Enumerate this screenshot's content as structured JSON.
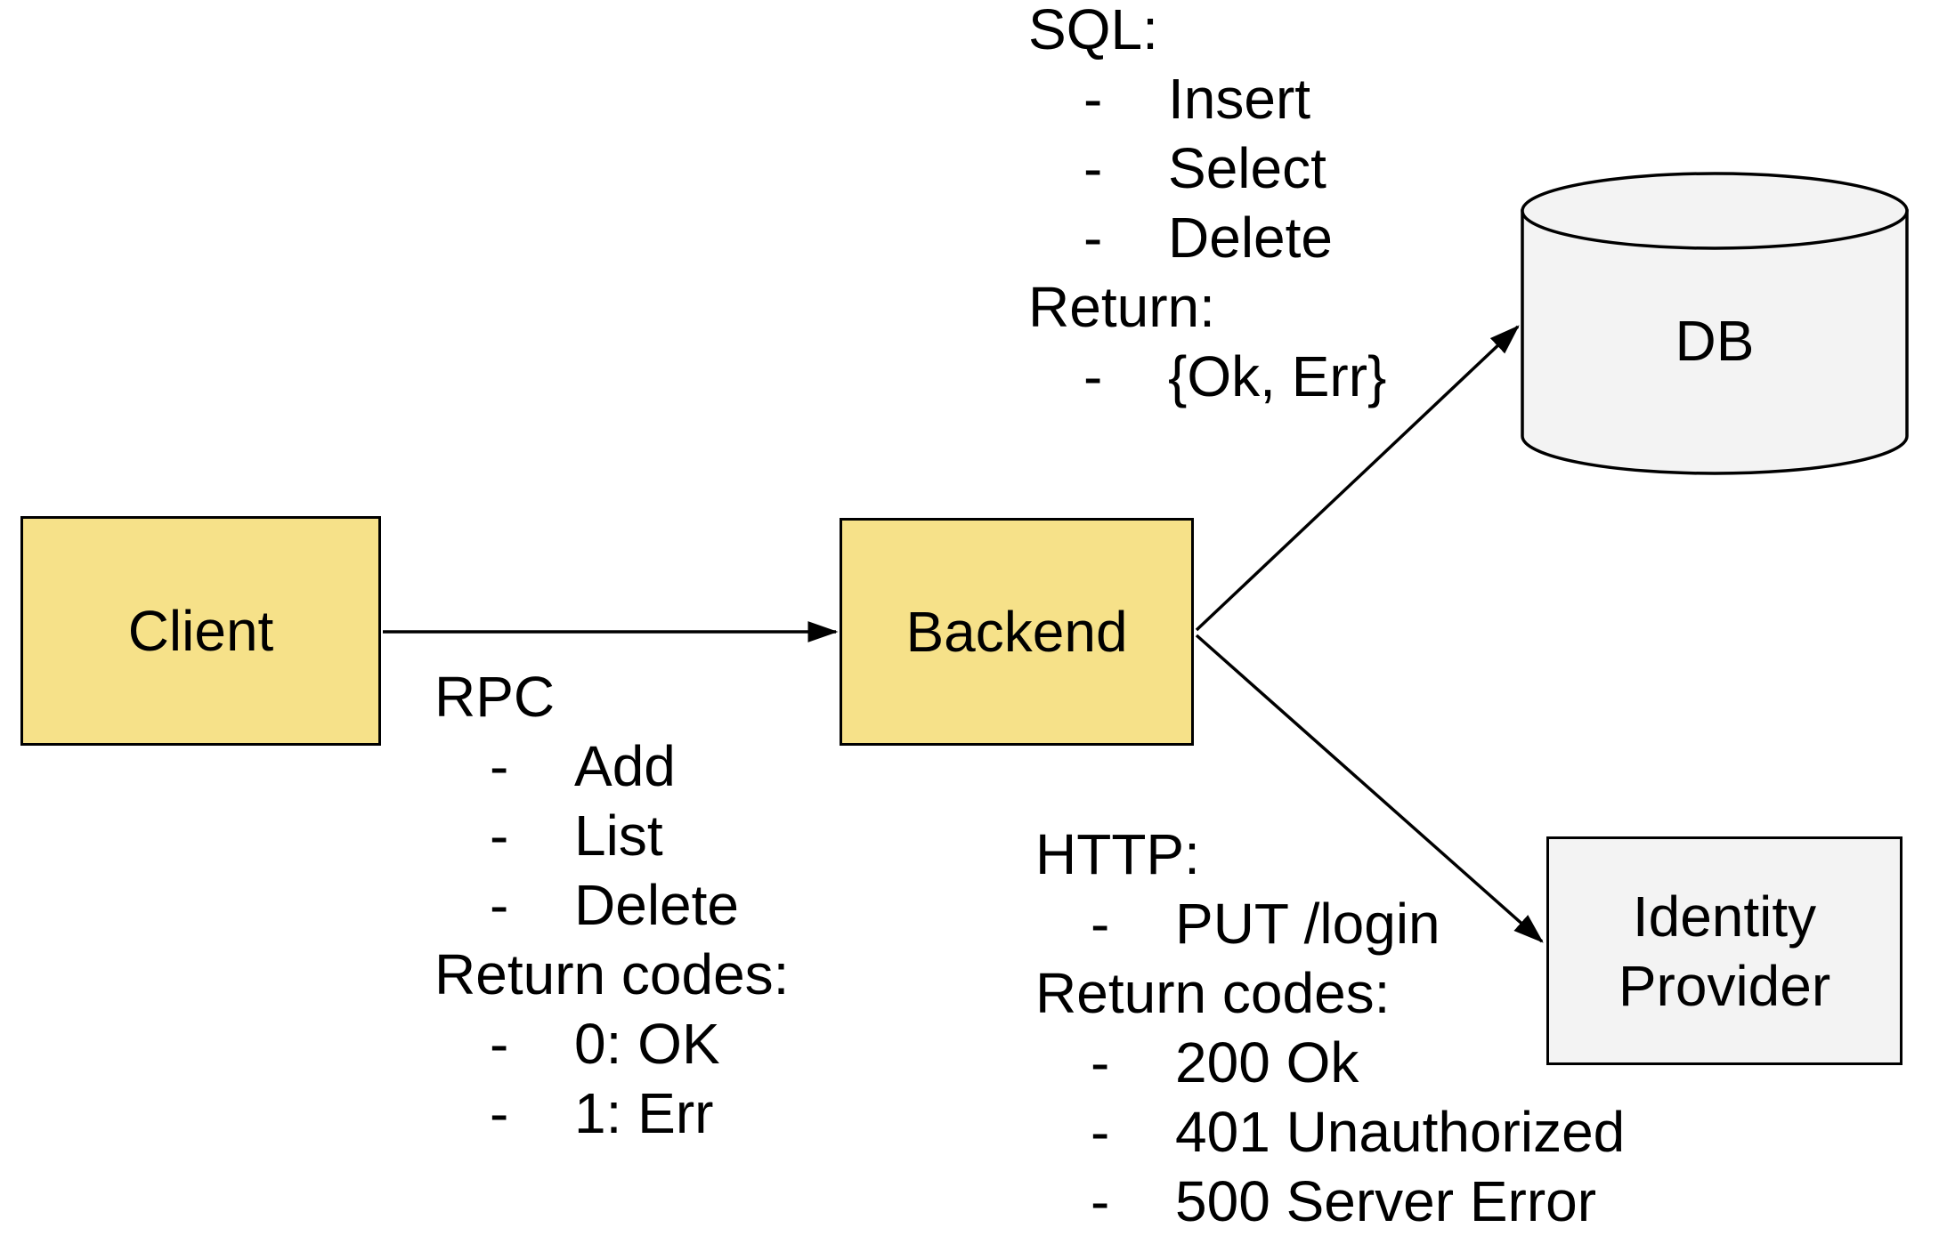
{
  "title": "Client Backend architecture diagram",
  "colors": {
    "node_yellow": "#f6e189",
    "node_gray": "#f3f3f3",
    "stroke": "#000000",
    "canvas_bg": "#ffffff"
  },
  "nodes": {
    "client": {
      "label": "Client",
      "shape": "rectangle"
    },
    "backend": {
      "label": "Backend",
      "shape": "rectangle"
    },
    "db": {
      "label": "DB",
      "shape": "cylinder"
    },
    "identity_provider": {
      "label": "Identity Provider",
      "shape": "rectangle"
    }
  },
  "edges": [
    {
      "from": "Client",
      "to": "Backend",
      "annotation": "rpc"
    },
    {
      "from": "Backend",
      "to": "DB",
      "annotation": "sql"
    },
    {
      "from": "Backend",
      "to": "Identity Provider",
      "annotation": "http"
    }
  ],
  "annotations": {
    "rpc": {
      "lines": [
        {
          "text": "RPC",
          "bullet": false
        },
        {
          "text": "Add",
          "bullet": true
        },
        {
          "text": "List",
          "bullet": true
        },
        {
          "text": "Delete",
          "bullet": true
        },
        {
          "text": "Return codes:",
          "bullet": false
        },
        {
          "text": "0: OK",
          "bullet": true
        },
        {
          "text": "1: Err",
          "bullet": true
        }
      ]
    },
    "sql": {
      "lines": [
        {
          "text": "SQL:",
          "bullet": false
        },
        {
          "text": "Insert",
          "bullet": true
        },
        {
          "text": "Select",
          "bullet": true
        },
        {
          "text": "Delete",
          "bullet": true
        },
        {
          "text": "Return:",
          "bullet": false
        },
        {
          "text": "{Ok, Err}",
          "bullet": true
        }
      ]
    },
    "http": {
      "lines": [
        {
          "text": "HTTP:",
          "bullet": false
        },
        {
          "text": "PUT /login",
          "bullet": true
        },
        {
          "text": "Return codes:",
          "bullet": false
        },
        {
          "text": "200 Ok",
          "bullet": true
        },
        {
          "text": "401 Unauthorized",
          "bullet": true
        },
        {
          "text": "500 Server Error",
          "bullet": true
        }
      ]
    }
  }
}
